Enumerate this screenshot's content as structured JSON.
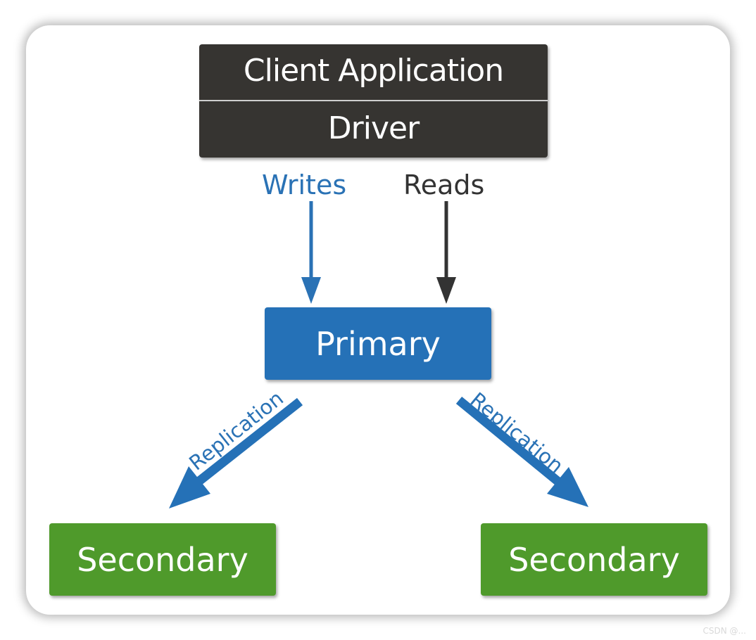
{
  "diagram": {
    "client": {
      "application_label": "Client Application",
      "driver_label": "Driver"
    },
    "flows": {
      "writes_label": "Writes",
      "reads_label": "Reads"
    },
    "primary_label": "Primary",
    "replication_labels": [
      "Replication",
      "Replication"
    ],
    "secondaries": [
      {
        "label": "Secondary"
      },
      {
        "label": "Secondary"
      }
    ],
    "colors": {
      "client": "#363431",
      "primary": "#2571b7",
      "secondary": "#4f9a2b",
      "writes": "#2a72b5",
      "reads": "#333333"
    }
  },
  "watermark": "CSDN @..."
}
